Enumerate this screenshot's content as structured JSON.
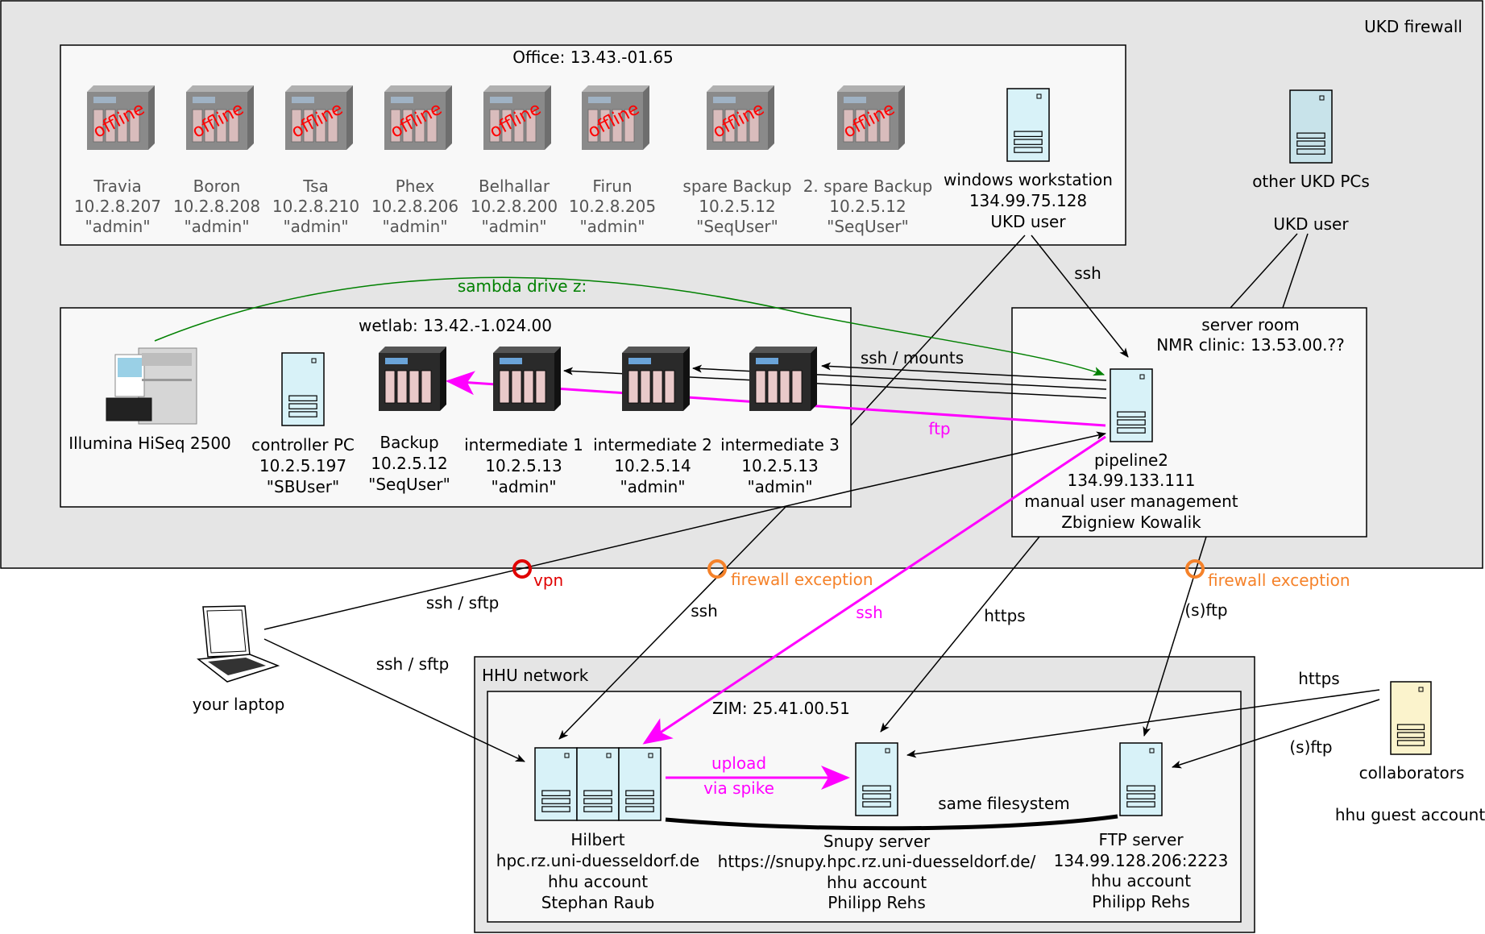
{
  "regions": {
    "ukd": "UKD firewall",
    "office": "Office: 13.43.-01.65",
    "wetlab": "wetlab: 13.42.-1.024.00",
    "server_room": [
      "server room",
      "NMR clinic: 13.53.00.??"
    ],
    "hhu": "HHU network",
    "zim": "ZIM:  25.41.00.51"
  },
  "office_nas": [
    {
      "name": "Travia",
      "ip": "10.2.8.207",
      "user": "\"admin\"",
      "status": "offline"
    },
    {
      "name": "Boron",
      "ip": "10.2.8.208",
      "user": "\"admin\"",
      "status": "offline"
    },
    {
      "name": "Tsa",
      "ip": "10.2.8.210",
      "user": "\"admin\"",
      "status": "offline"
    },
    {
      "name": "Phex",
      "ip": "10.2.8.206",
      "user": "\"admin\"",
      "status": "offline"
    },
    {
      "name": "Belhallar",
      "ip": "10.2.8.200",
      "user": "\"admin\"",
      "status": "offline"
    },
    {
      "name": "Firun",
      "ip": "10.2.8.205",
      "user": "\"admin\"",
      "status": "offline"
    },
    {
      "name": "spare Backup",
      "ip": "10.2.5.12",
      "user": "\"SeqUser\"",
      "status": "offline"
    },
    {
      "name": "2. spare Backup",
      "ip": "10.2.5.12",
      "user": "\"SeqUser\"",
      "status": "offline"
    }
  ],
  "windows_ws": [
    "windows workstation",
    "134.99.75.128",
    "UKD user"
  ],
  "other_ukd": "other UKD PCs",
  "ukd_user": "UKD user",
  "wetlab_nodes": {
    "illumina": [
      "Illumina HiSeq 2500"
    ],
    "controller": [
      "controller PC",
      "10.2.5.197",
      "\"SBUser\""
    ],
    "backup": [
      "Backup",
      "10.2.5.12",
      "\"SeqUser\""
    ],
    "int1": [
      "intermediate 1",
      "10.2.5.13",
      "\"admin\""
    ],
    "int2": [
      "intermediate 2",
      "10.2.5.14",
      "\"admin\""
    ],
    "int3": [
      "intermediate 3",
      "10.2.5.13",
      "\"admin\""
    ]
  },
  "pipeline": [
    "pipeline2",
    "134.99.133.111",
    "manual user management",
    "Zbigniew Kowalik"
  ],
  "laptop": "your laptop",
  "collaborators": [
    "collaborators",
    "hhu guest account"
  ],
  "hilbert": [
    "Hilbert",
    "hpc.rz.uni-duesseldorf.de",
    "hhu account",
    "Stephan Raub"
  ],
  "snupy": [
    "Snupy server",
    "https://snupy.hpc.rz.uni-duesseldorf.de/",
    "hhu account",
    "Philipp Rehs"
  ],
  "ftp": [
    "FTP server",
    "134.99.128.206:2223",
    "hhu account",
    "Philipp Rehs"
  ],
  "edges": {
    "sambda": "sambda drive z:",
    "ssh_ws": "ssh",
    "ssh_mounts": "ssh / mounts",
    "ftp": "ftp",
    "vpn": "vpn",
    "fw1": "firewall exception",
    "fw2": "firewall exception",
    "ssh_sftp1": "ssh / sftp",
    "ssh_sftp2": "ssh / sftp",
    "ssh_hilbert": "ssh",
    "ssh_magenta": "ssh",
    "https_snupy": "https",
    "sftp_ftp": "(s)ftp",
    "https_collab": "https",
    "sftp_collab": "(s)ftp",
    "upload": [
      "upload",
      "via spike"
    ],
    "same_fs": "same filesystem"
  },
  "colors": {
    "firewall_bg": "#e5e5e5",
    "box_bg": "#f8f8f8",
    "server_fill": "#d8f2f8",
    "collab_fill": "#fbf3cc",
    "magenta": "#ff00ff",
    "green": "#008000",
    "orange": "#f5822a",
    "red": "#e00000"
  }
}
